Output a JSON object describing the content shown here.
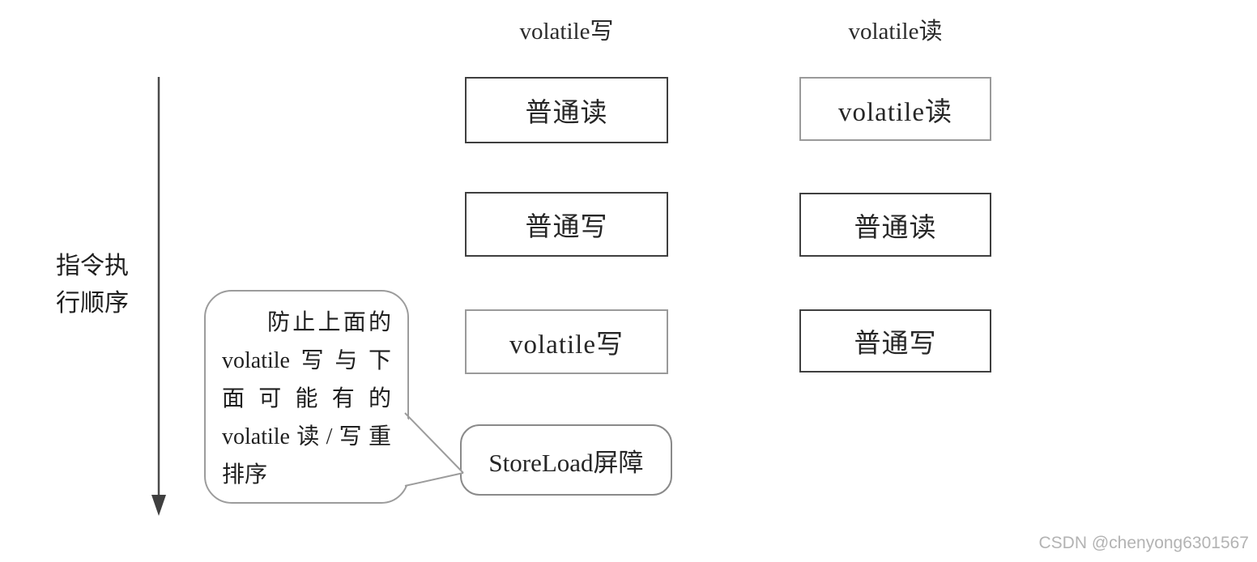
{
  "diagram": {
    "title_semantics": "volatile memory barrier insertion diagram",
    "axis_label": {
      "line1": "指令执",
      "line2": "行顺序"
    },
    "columns": [
      {
        "header": "volatile写",
        "boxes": [
          "普通读",
          "普通写",
          "volatile写"
        ]
      },
      {
        "header": "volatile读",
        "boxes": [
          "volatile读",
          "普通读",
          "普通写"
        ]
      }
    ],
    "barrier_label": "StoreLoad屏障",
    "callout": {
      "lines": [
        "防止上面的",
        "volatile写与下",
        "面可能有的",
        "volatile读/写重",
        "排序"
      ]
    },
    "watermark": "CSDN @chenyong6301567"
  },
  "colors": {
    "background": "#ffffff",
    "box_border_dark": "#3f3f3f",
    "box_border_light": "#9a9a9a",
    "barrier_border": "#8a8a8a",
    "text": "#262626",
    "arrow": "#4a4a4a",
    "watermark": "#b3b3b3"
  }
}
